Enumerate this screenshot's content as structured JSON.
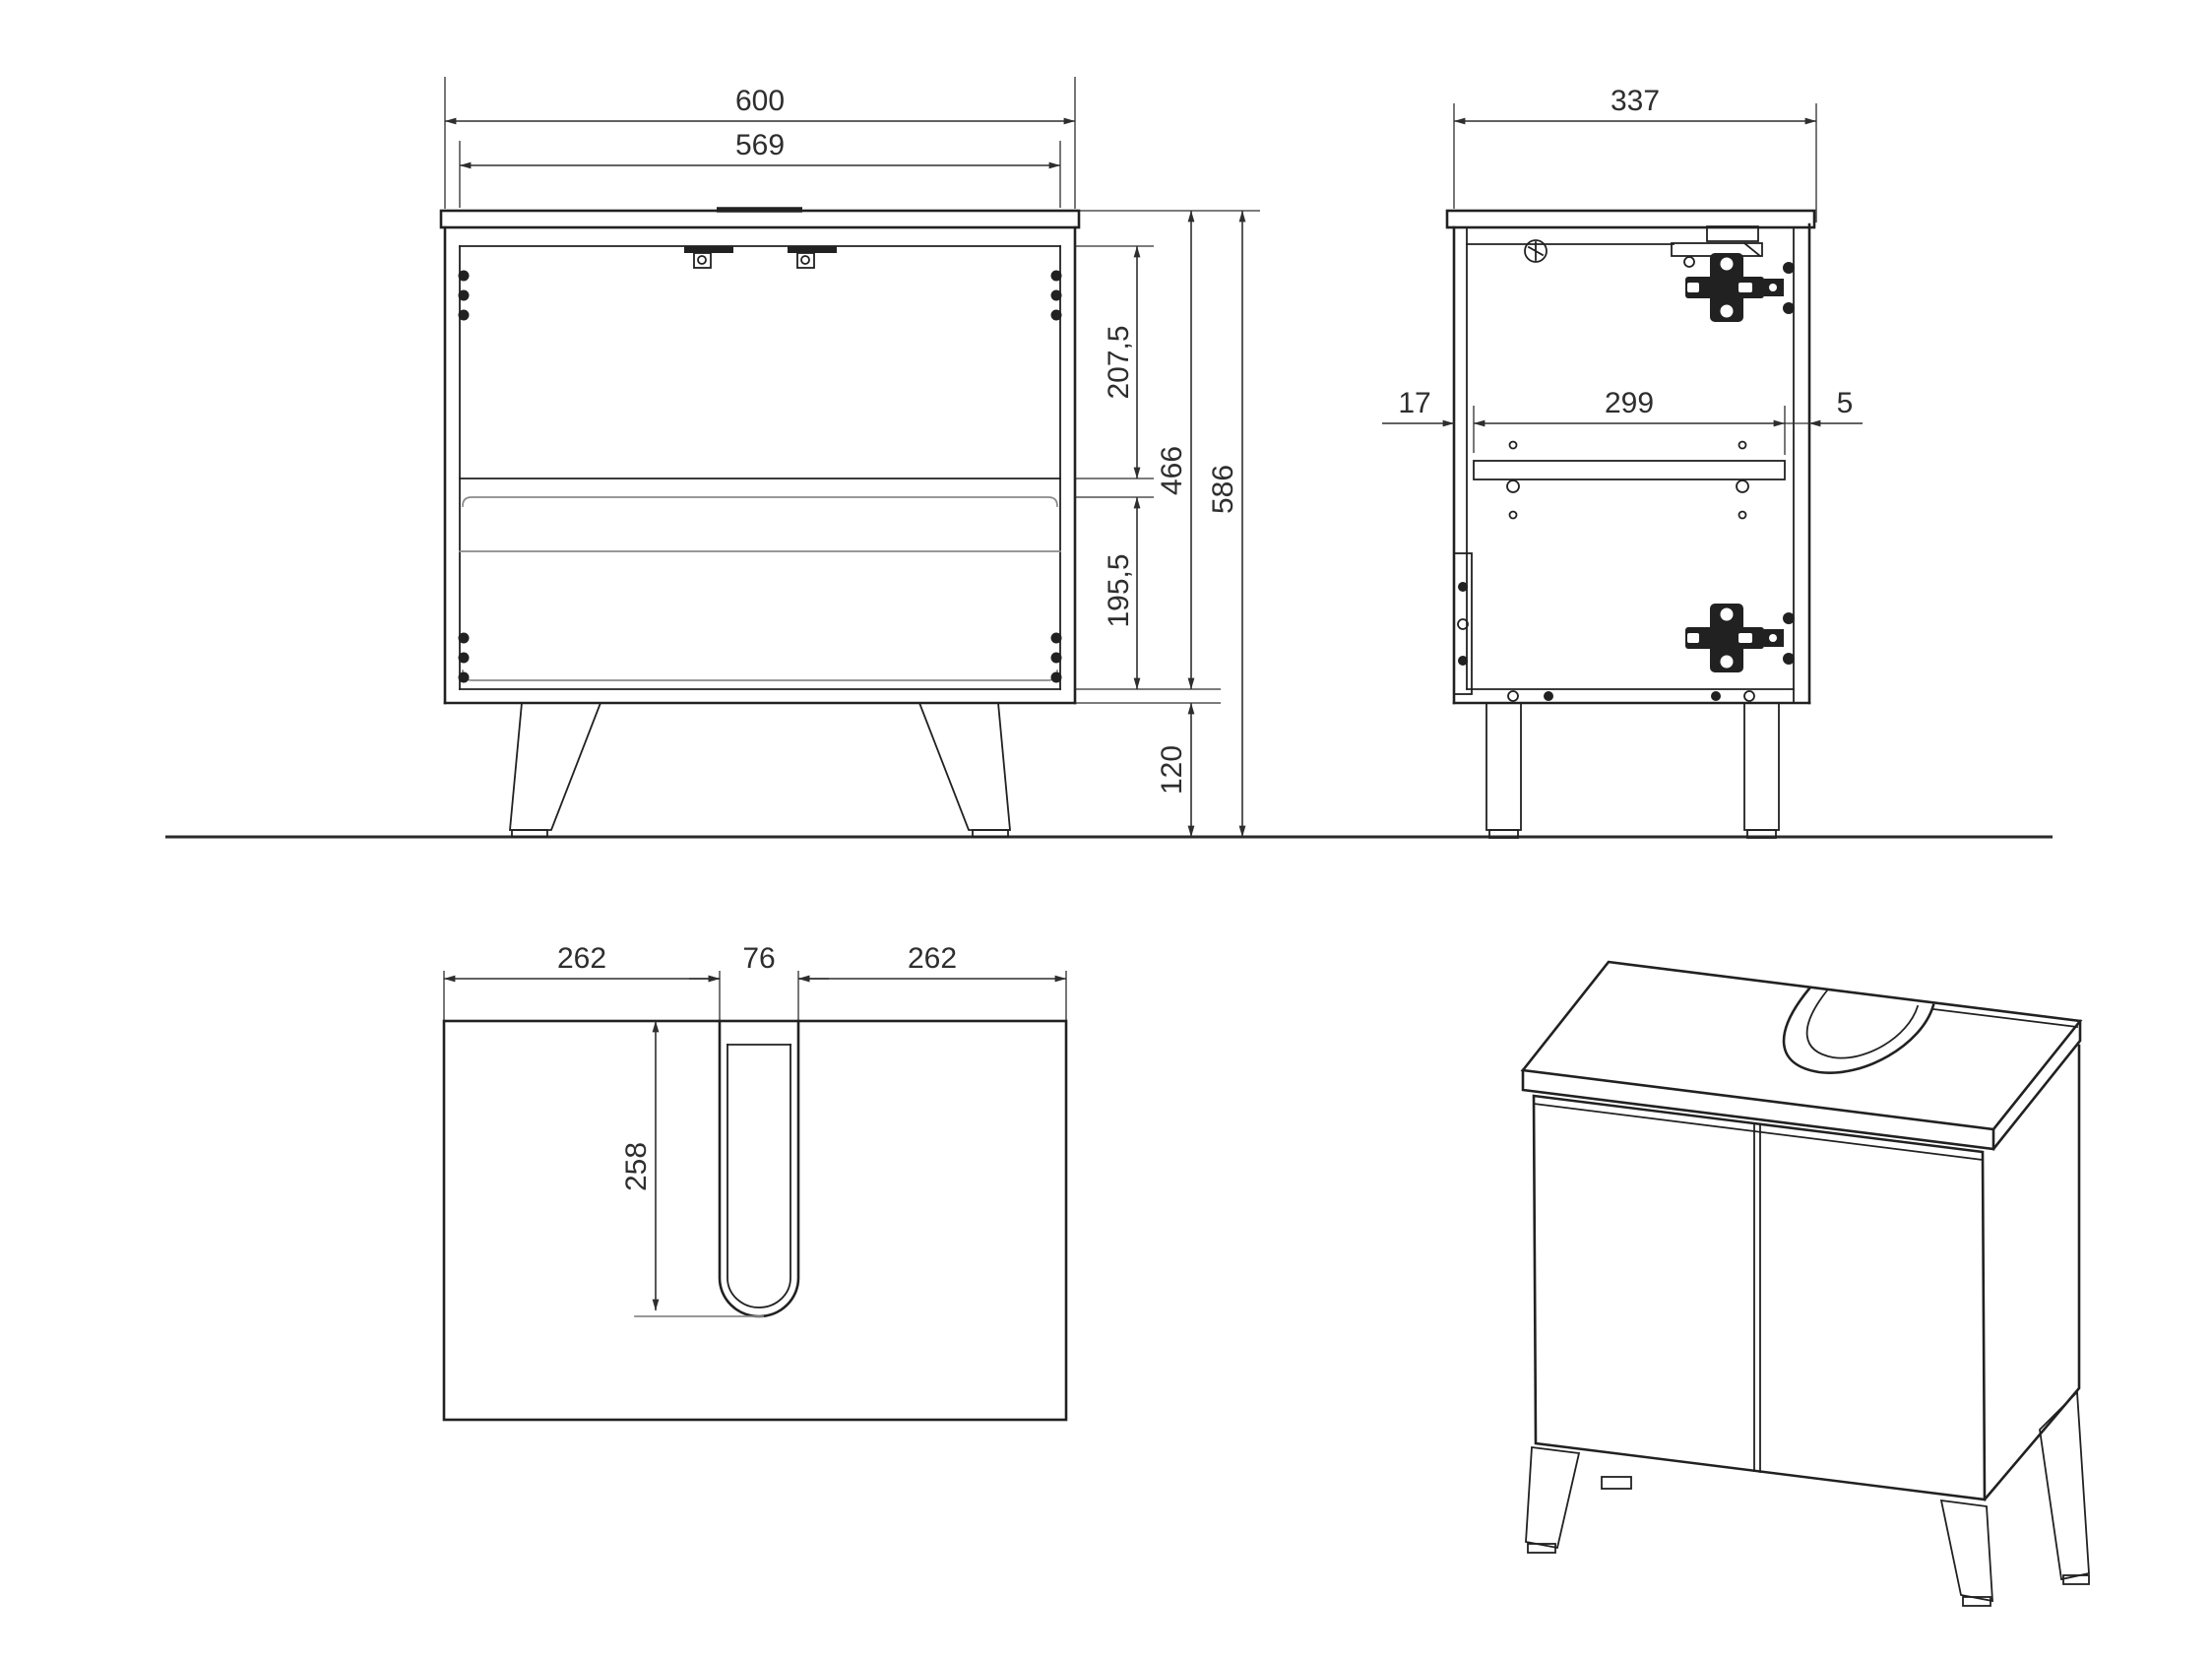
{
  "colors": {
    "background": "#ffffff",
    "line": "#212121",
    "dim_line": "#2e2e2e",
    "faint": "#8a8a8a",
    "ground": "#2b2b2b"
  },
  "front_view": {
    "width": "600",
    "inner_width": "569",
    "upper_section": "207,5",
    "body_height": "466",
    "total_height": "586",
    "lower_section": "195,5",
    "leg_height": "120"
  },
  "side_view": {
    "depth": "337",
    "back_inset": "17",
    "rail_length": "299",
    "front_gap": "5"
  },
  "top_view": {
    "left_section": "262",
    "cutout_width": "76",
    "right_section": "262",
    "cutout_depth": "258"
  }
}
